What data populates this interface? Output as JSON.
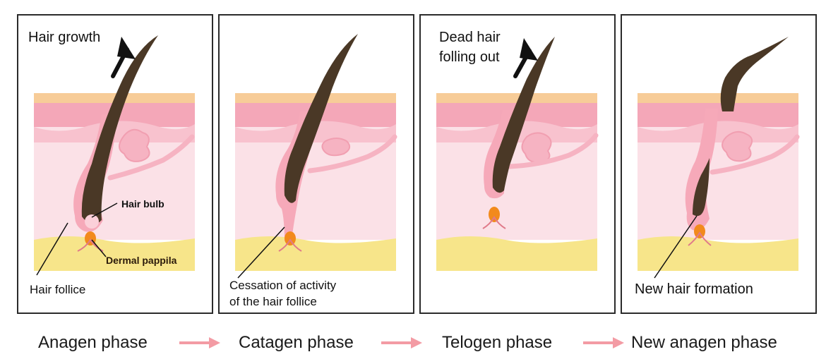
{
  "colors": {
    "skin_top": "#f7cc98",
    "epidermis": "#f4a7b8",
    "dermis": "#fbe1e7",
    "fat": "#f7e58a",
    "hair": "#4a3826",
    "follicle": "#f6a9b9",
    "papilla": "#f28a1c",
    "phase_arrow": "#f39ba4"
  },
  "panels": [
    {
      "labels": {
        "growth": "Hair growth",
        "bulb": "Hair bulb",
        "papilla": "Dermal pappila",
        "follicle": "Hair follice"
      }
    },
    {
      "labels": {
        "cessation_1": "Cessation of activity",
        "cessation_2": "of the hair follice"
      }
    },
    {
      "labels": {
        "dead_1": "Dead hair",
        "dead_2": "folling out"
      }
    },
    {
      "labels": {
        "new_hair": "New hair formation"
      }
    }
  ],
  "phases": [
    "Anagen phase",
    "Catagen phase",
    "Telogen phase",
    "New anagen phase"
  ]
}
